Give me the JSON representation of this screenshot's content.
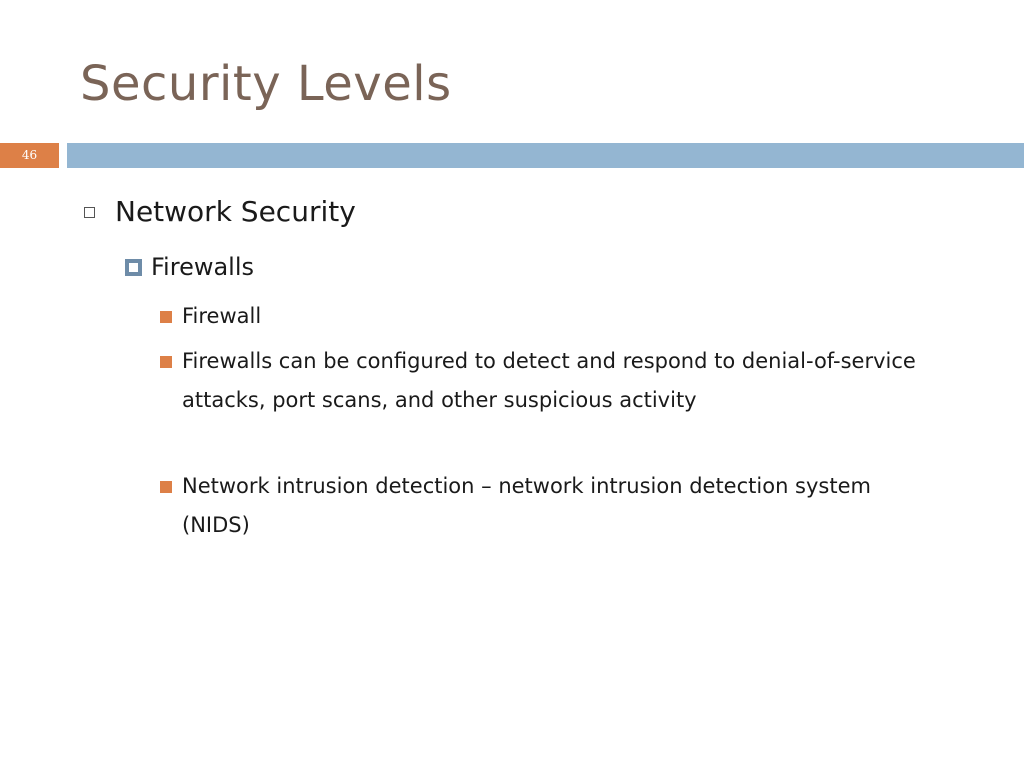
{
  "slide": {
    "title": "Security Levels",
    "number": "46",
    "colors": {
      "title": "#7a6457",
      "accent_orange": "#dd8047",
      "header_bar": "#94b6d2",
      "level2_marker": "#6e8ca8",
      "text": "#1a1a1a"
    }
  },
  "content": {
    "level1": {
      "marker_icon": "hollow-square-icon",
      "text": "Network Security"
    },
    "level2": {
      "marker_icon": "framed-square-icon",
      "text": "Firewalls"
    },
    "level3": [
      {
        "marker_icon": "filled-square-icon",
        "text": "Firewall"
      },
      {
        "marker_icon": "filled-square-icon",
        "text": "Firewalls can be configured to detect and respond to denial-of-service attacks, port scans, and other suspicious activity"
      },
      {
        "marker_icon": "filled-square-icon",
        "text": "Network intrusion detection – network intrusion detection system (NIDS)"
      }
    ]
  }
}
